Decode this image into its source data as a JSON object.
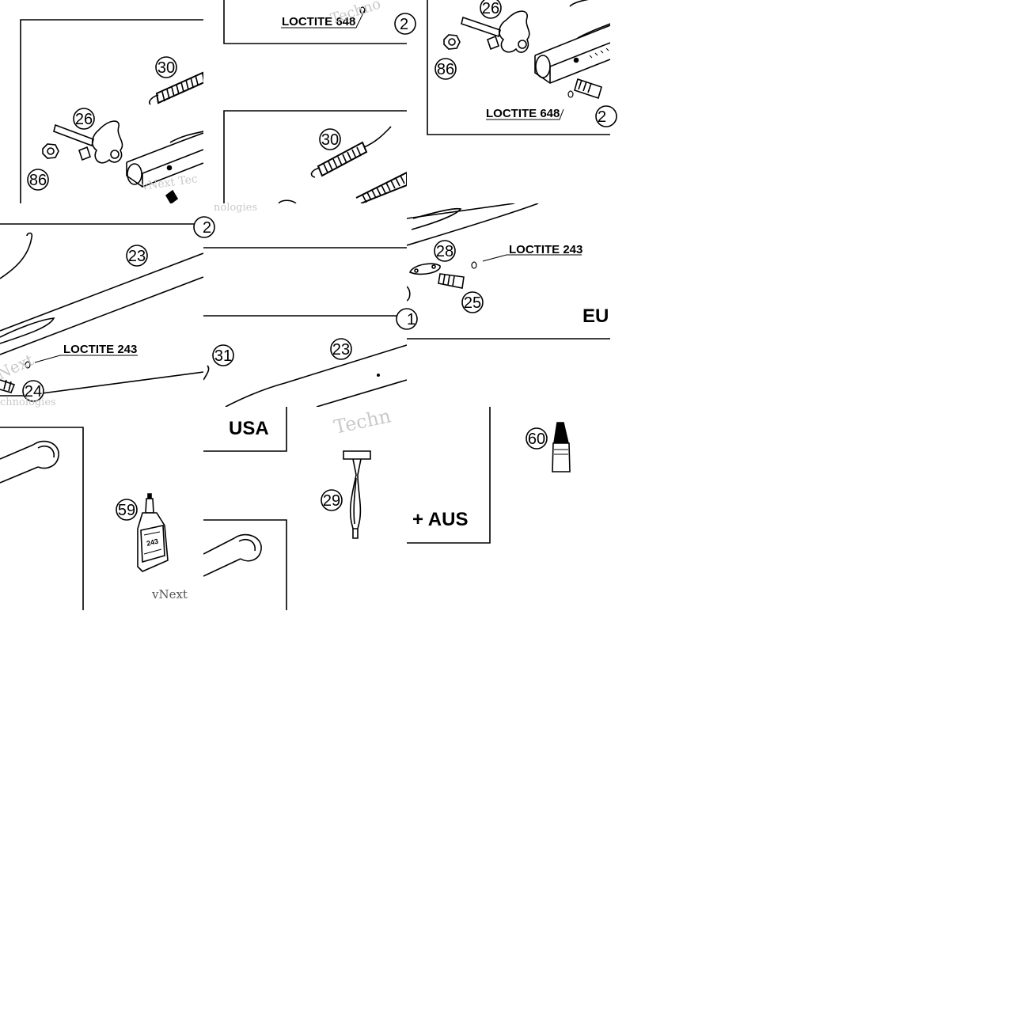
{
  "diagram": {
    "tile_1": {
      "callouts": [
        "30",
        "26",
        "86"
      ],
      "watermark": "vNext Tec"
    },
    "tile_2": {
      "label": "LOCTITE 648",
      "callouts": [
        "2",
        "30"
      ],
      "watermark": "Techno"
    },
    "tile_3": {
      "callouts": [
        "26",
        "86",
        "2"
      ],
      "label": "LOCTITE 648"
    },
    "tile_4": {
      "callouts": [
        "23",
        "24"
      ],
      "label": "LOCTITE 243",
      "watermark_1": "Next",
      "watermark_2": "chnologies"
    },
    "tile_5": {
      "callouts": [
        "2",
        "31",
        "23"
      ],
      "watermark": "nologies",
      "region": "USA"
    },
    "tile_6": {
      "callouts": [
        "28",
        "25",
        "1"
      ],
      "label": "LOCTITE 243",
      "region": "EU"
    },
    "tile_7": {
      "callouts": [
        "59"
      ],
      "watermark": "vNext",
      "bottle_text": "243"
    },
    "tile_8": {
      "callouts": [
        "29"
      ],
      "watermark": "Techn"
    },
    "tile_9": {
      "region": "+ AUS",
      "callouts": [
        "60"
      ]
    }
  }
}
